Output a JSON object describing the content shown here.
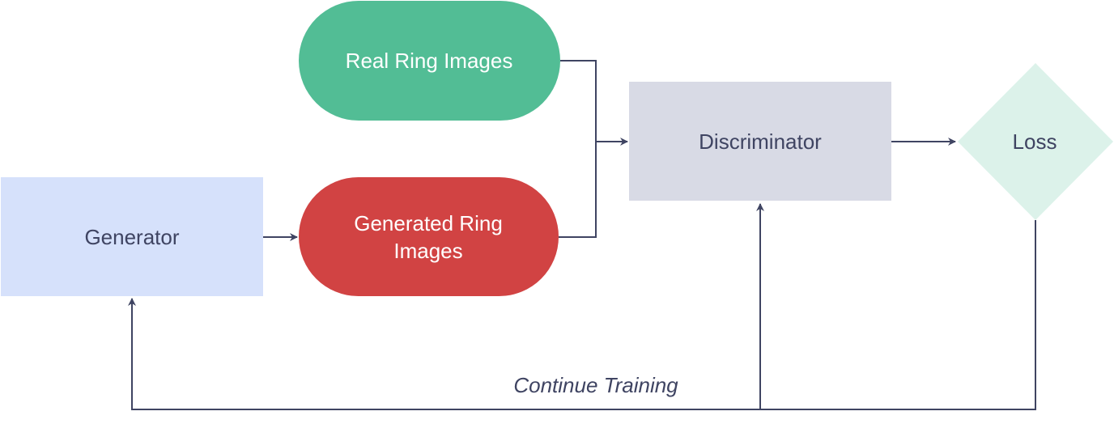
{
  "colors": {
    "connector": "#3f4462",
    "generator_fill": "#d6e1fb",
    "generator_text": "#3f4462",
    "real_fill": "#52bd95",
    "real_text": "#ffffff",
    "generated_fill": "#d14343",
    "generated_text": "#ffffff",
    "discriminator_fill": "#d8dae5",
    "discriminator_text": "#3f4462",
    "loss_fill": "#dcf2ea",
    "loss_text": "#3f4462",
    "edge_label_text": "#3f4462"
  },
  "nodes": {
    "generator": {
      "label": "Generator",
      "shape": "rectangle"
    },
    "real_images": {
      "label": "Real Ring Images",
      "shape": "ellipse"
    },
    "generated_images": {
      "label_line1": "Generated Ring",
      "label_line2": "Images",
      "shape": "ellipse"
    },
    "discriminator": {
      "label": "Discriminator",
      "shape": "rectangle"
    },
    "loss": {
      "label": "Loss",
      "shape": "diamond"
    }
  },
  "edges": [
    {
      "from": "generator",
      "to": "generated_images",
      "label": ""
    },
    {
      "from": "real_images",
      "to": "discriminator",
      "label": ""
    },
    {
      "from": "generated_images",
      "to": "discriminator",
      "label": ""
    },
    {
      "from": "discriminator",
      "to": "loss",
      "label": ""
    },
    {
      "from": "loss",
      "to": "generator",
      "label": "Continue Training"
    },
    {
      "from": "loss",
      "to": "discriminator",
      "label": ""
    }
  ]
}
